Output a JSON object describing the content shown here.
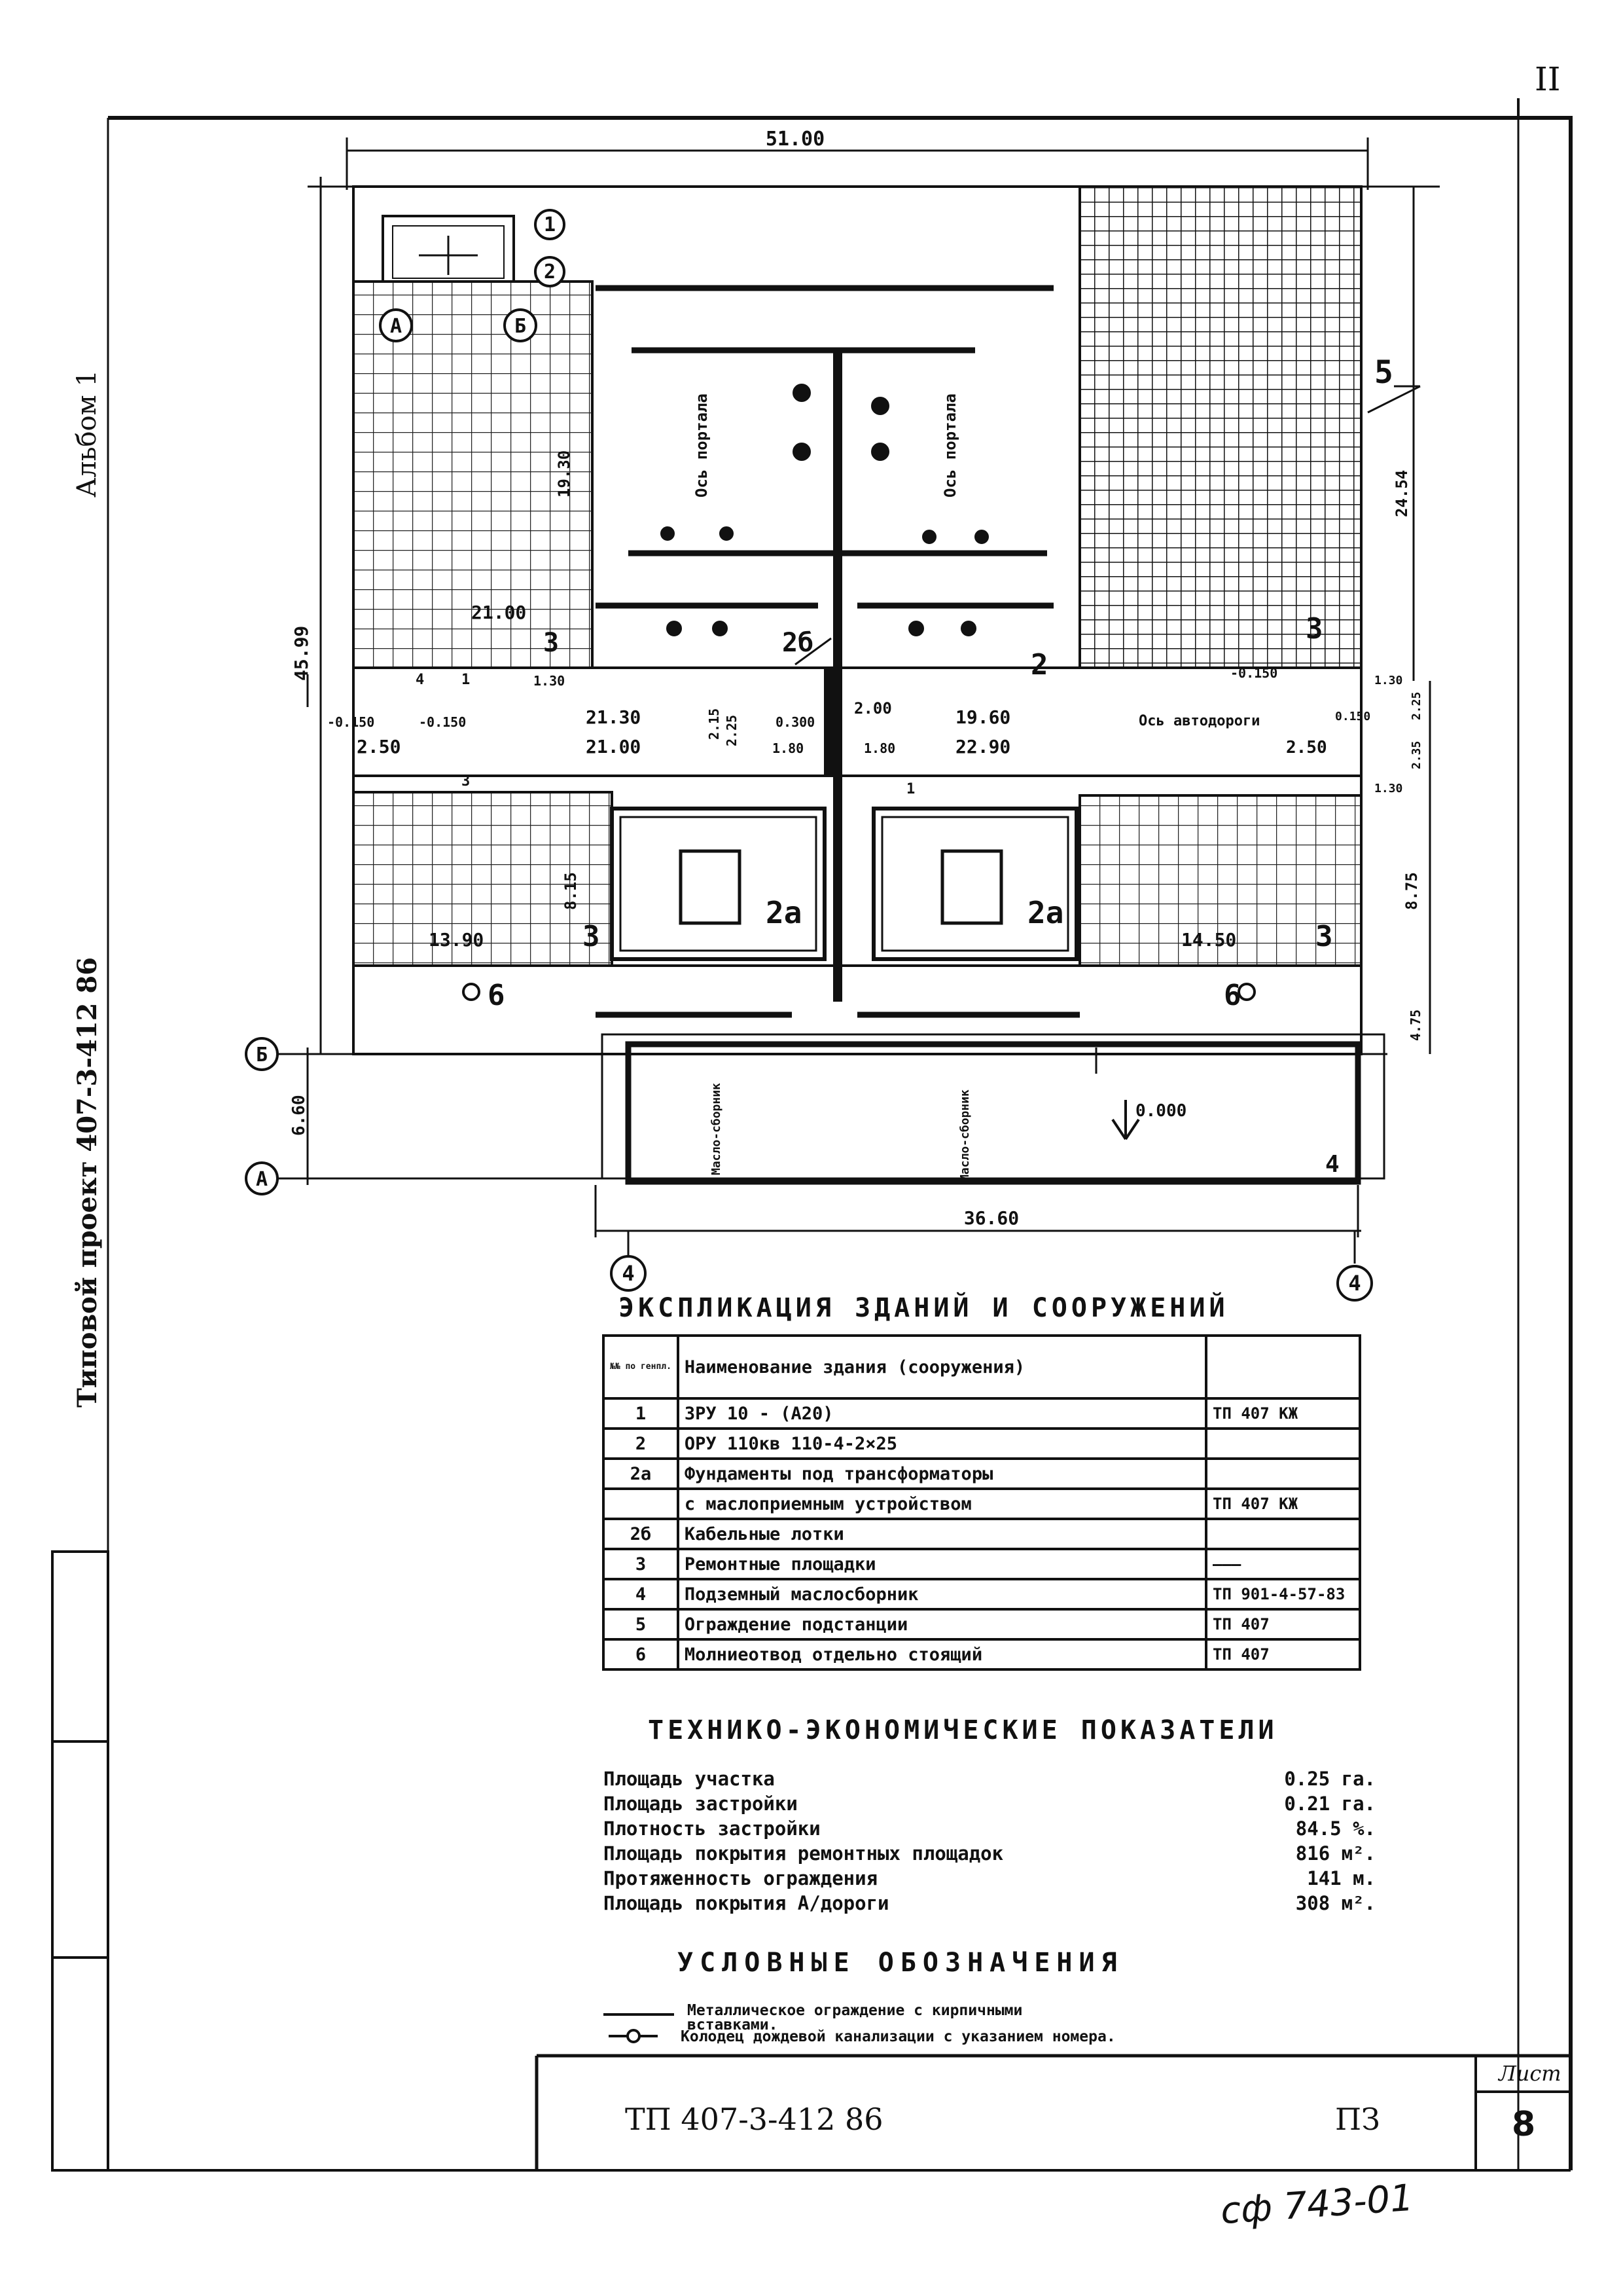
{
  "sheet": {
    "roman": "II",
    "album_label": "Альбом 1",
    "project_label": "Типовой проект 407-3-412 86",
    "stamp_code": "ТП 407-3-412 86",
    "stamp_section": "ПЗ",
    "sheet_word": "Лист",
    "sheet_no": "8",
    "handwritten": "сф 743-01"
  },
  "plan": {
    "dims": {
      "width_total": "51.00",
      "height_left": "45.99",
      "right_top": "24.54",
      "left_block": "19.30",
      "left_inner": "21.00",
      "road_left_1": "21.30",
      "road_left_2": "21.00",
      "road_left_3": "2.50",
      "road_right_1": "19.60",
      "road_right_2": "22.90",
      "road_right_3": "2.50",
      "mid_a": "2.15",
      "mid_b": "2.25",
      "mid_c": "1.80",
      "mid_d": "1.80",
      "mid_e": "0.300",
      "mid_f": "2.00",
      "left_mid": "8.15",
      "left_bottom": "13.90",
      "right_bottom": "14.50",
      "right_mid": "8.75",
      "right_small_1": "1.30",
      "right_small_2": "2.25",
      "right_small_3": "2.35",
      "right_small_4": "1.30",
      "right_small_5": "4.75",
      "lower_height": "6.60",
      "lower_width": "36.60",
      "elevation": "0.000",
      "lev_1": "-0.150",
      "lev_2": "-0.150",
      "lev_3": "-0.150",
      "lev_4": "0.150",
      "lev_5": "1.30"
    },
    "labels": {
      "portal_axis_left": "Ось портала",
      "portal_axis_right": "Ось портала",
      "road_axis": "Ось автодороги",
      "zone_2b": "2б",
      "zone_2": "2",
      "zone_2a_left": "2а",
      "zone_2a_right": "2а",
      "zone_3_tl": "3",
      "zone_3_tr": "3",
      "zone_3_bl": "3",
      "zone_3_br": "3",
      "zone_4": "4",
      "zone_5": "5",
      "zone_6_left": "6",
      "zone_6_right": "6",
      "callout_1": "1",
      "callout_2": "2",
      "axis_A_top": "А",
      "axis_B_top": "Б",
      "axis_A_left": "А",
      "axis_B_left": "Б",
      "axis_4_left": "4",
      "axis_4_right": "4",
      "oil_collector_1": "Масло-сборник",
      "oil_collector_2": "Масло-сборник",
      "well_1": "1",
      "well_2": "1",
      "well_3": "3",
      "well_4": "4"
    }
  },
  "explication": {
    "title": "ЭКСПЛИКАЦИЯ ЗДАНИЙ И СООРУЖЕНИЙ",
    "header": {
      "num": "№№ по генпл.",
      "name": "Наименование здания (сооружения)",
      "ref": ""
    },
    "rows": [
      {
        "num": "1",
        "name": "ЗРУ 10 - (А20)",
        "ref": "ТП 407     КЖ"
      },
      {
        "num": "2",
        "name": "ОРУ 110кв     110-4-2×25",
        "ref": ""
      },
      {
        "num": "2а",
        "name": "Фундаменты под трансформаторы",
        "ref": ""
      },
      {
        "num": "",
        "name": "с маслоприемным устройством",
        "ref": "ТП 407     КЖ"
      },
      {
        "num": "2б",
        "name": "Кабельные лотки",
        "ref": ""
      },
      {
        "num": "3",
        "name": "Ремонтные площадки",
        "ref": "———"
      },
      {
        "num": "4",
        "name": "Подземный маслосборник",
        "ref": "ТП 901-4-57-83"
      },
      {
        "num": "5",
        "name": "Ограждение подстанции",
        "ref": "ТП 407"
      },
      {
        "num": "6",
        "name": "Молниеотвод отдельно стоящий",
        "ref": "ТП 407"
      }
    ]
  },
  "indicators": {
    "title": "ТЕХНИКО-ЭКОНОМИЧЕСКИЕ ПОКАЗАТЕЛИ",
    "rows": [
      {
        "label": "Площадь участка",
        "value": "0.25 га."
      },
      {
        "label": "Площадь застройки",
        "value": "0.21 га."
      },
      {
        "label": "Плотность застройки",
        "value": "84.5 %."
      },
      {
        "label": "Площадь покрытия ремонтных площадок",
        "value": "816 м²."
      },
      {
        "label": "Протяженность ограждения",
        "value": "141 м."
      },
      {
        "label": "Площадь покрытия А/дороги",
        "value": "308 м²."
      }
    ]
  },
  "legend": {
    "title": "УСЛОВНЫЕ ОБОЗНАЧЕНИЯ",
    "fence_line1": "Металлическое ограждение с кирпичными",
    "fence_line2": "вставками.",
    "well": "Колодец дождевой канализации с указанием номера."
  }
}
